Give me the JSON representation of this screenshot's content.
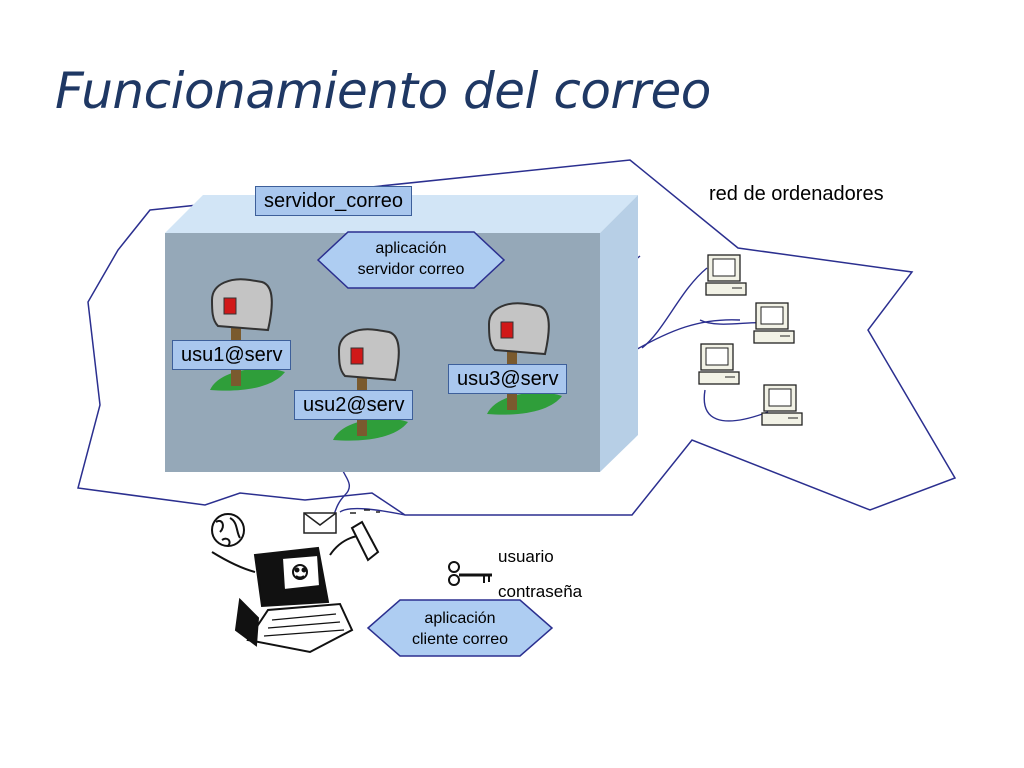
{
  "title": "Funcionamiento del correo",
  "network_label": "red de ordenadores",
  "server": {
    "name": "servidor_correo",
    "app_line1": "aplicación",
    "app_line2": "servidor correo",
    "mailboxes": [
      "usu1@serv",
      "usu2@serv",
      "usu3@serv"
    ]
  },
  "client": {
    "app_line1": "aplicación",
    "app_line2": "cliente correo",
    "credentials": [
      "usuario",
      "contraseña"
    ]
  },
  "colors": {
    "title": "#1f3864",
    "outline": "#2b2f8f",
    "server_front": "#95a8b8",
    "server_side": "#b7cfe6",
    "server_top": "#d2e5f6",
    "label_fill": "#a9c7ee",
    "hexagon": "#aecdf2"
  },
  "icons": [
    "computer-icon",
    "mailbox-icon",
    "key-icon",
    "envelope-icon",
    "user-computer-clipart"
  ]
}
